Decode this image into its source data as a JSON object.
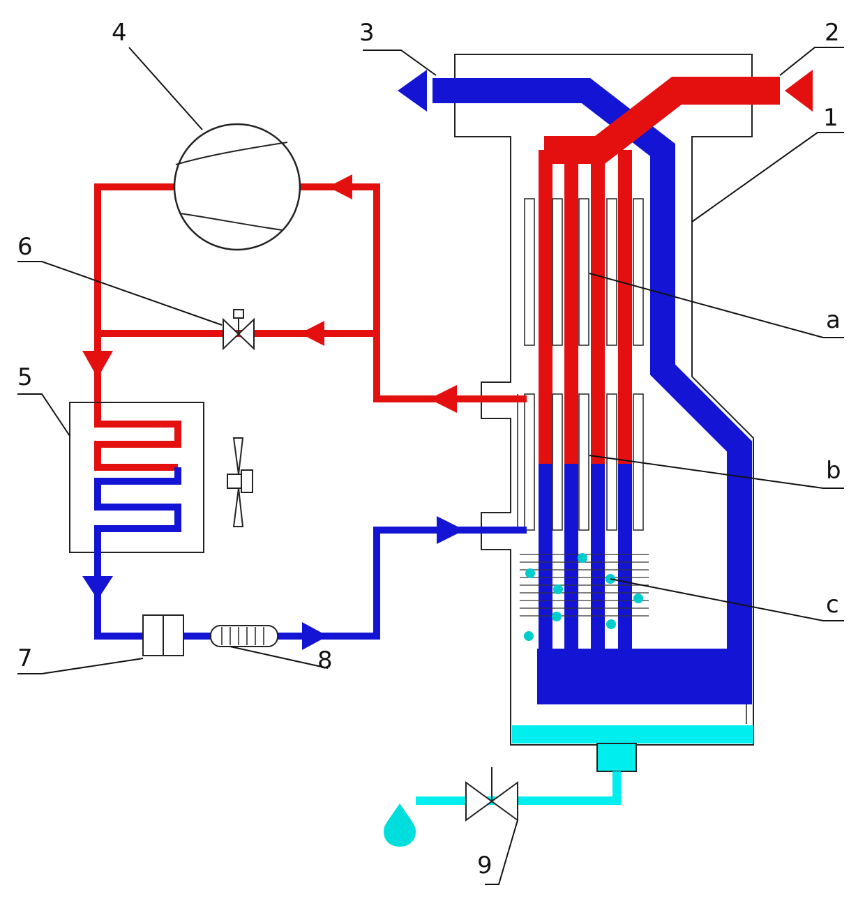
{
  "colors": {
    "hot": "#e41010",
    "cold": "#1414d4",
    "water": "#00eeee",
    "outline": "#222222"
  },
  "labels": {
    "l1": "1",
    "l2": "2",
    "l3": "3",
    "l4": "4",
    "l5": "5",
    "l6": "6",
    "l7": "7",
    "l8": "8",
    "l9": "9",
    "la": "a",
    "lb": "b",
    "lc": "c"
  },
  "icons": [
    "compressor-icon",
    "fan-icon",
    "valve-icon",
    "drop-icon",
    "flow-arrow-icon"
  ]
}
